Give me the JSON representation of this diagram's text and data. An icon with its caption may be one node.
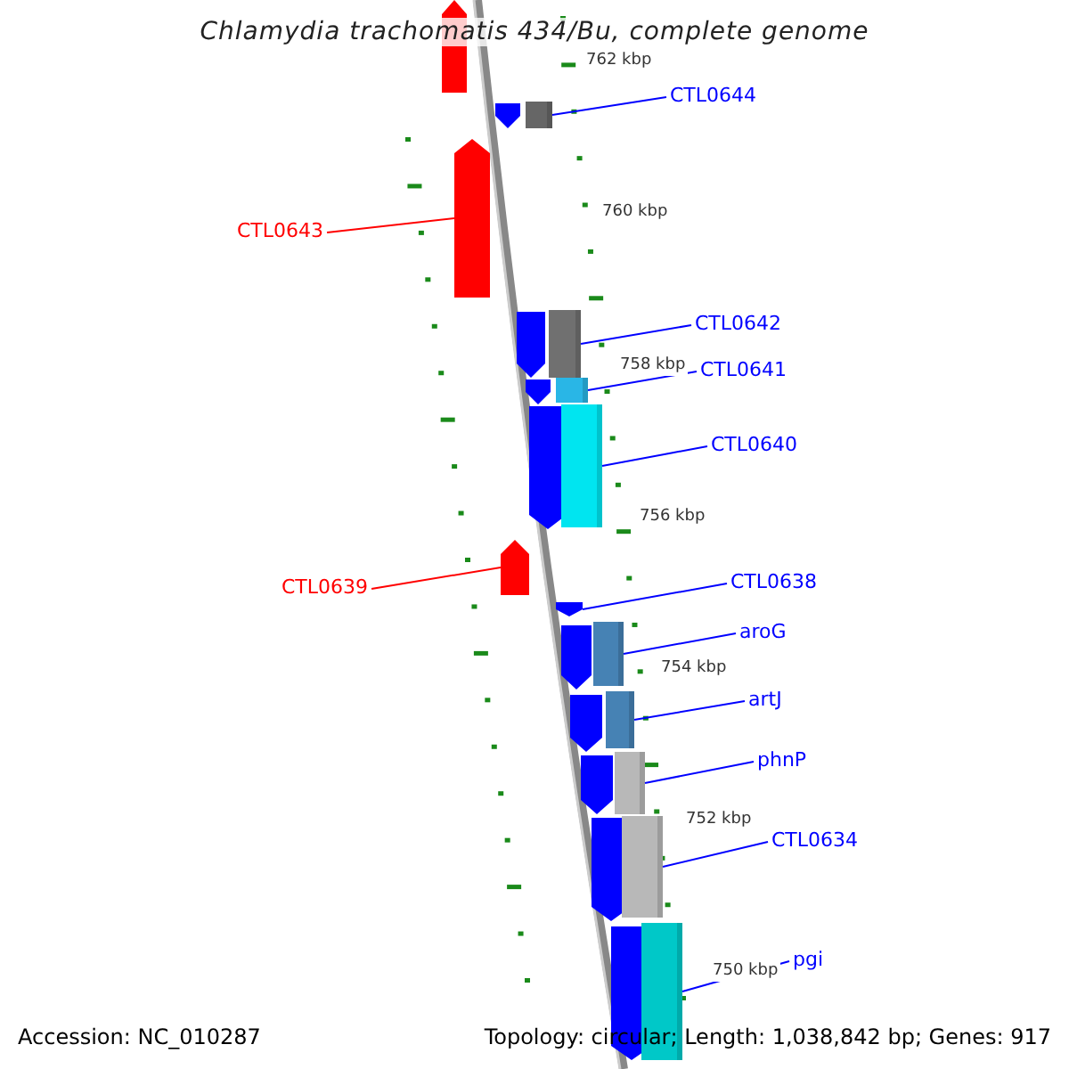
{
  "diagram": {
    "title": "Chlamydia trachomatis 434/Bu, complete genome",
    "nodes": [
      {
        "text": [
          "CTL0644"
        ]
      },
      {
        "text": [],
        "shape": "box"
      },
      {
        "text": [
          "CTL0643"
        ]
      },
      {
        "text": [],
        "shape": "arrow"
      },
      {
        "text": [
          "CTL0642"
        ]
      },
      {
        "text": [],
        "shape": "box"
      },
      {
        "text": [
          "CTL0641"
        ]
      },
      {
        "text": [],
        "shape": "box"
      },
      {
        "text": [
          "CTL0640"
        ]
      },
      {
        "text": [],
        "shape": "box"
      },
      {
        "text": [
          "CTL0639"
        ]
      },
      {
        "text": [],
        "shape": "arrow"
      },
      {
        "text": [
          "CTL0638"
        ]
      },
      {
        "text": [],
        "shape": "arrow"
      },
      {
        "text": [
          "aroG"
        ]
      },
      {
        "text": [],
        "shape": "box"
      },
      {
        "text": [
          "artJ"
        ]
      },
      {
        "text": [],
        "shape": "box"
      },
      {
        "text": [
          "phnP"
        ]
      },
      {
        "text": [],
        "shape": "box"
      },
      {
        "text": [
          "CTL0634"
        ]
      },
      {
        "text": [],
        "shape": "box"
      },
      {
        "text": [
          "pgi"
        ]
      },
      {
        "text": [],
        "shape": "box"
      }
    ],
    "edges": [
      {
        "from": 0,
        "to": 1,
        "arrow": "none"
      },
      {
        "from": 2,
        "to": 3,
        "arrow": "none",
        "color": "#ff0000"
      },
      {
        "from": 4,
        "to": 5,
        "arrow": "none"
      },
      {
        "from": 6,
        "to": 7,
        "arrow": "none"
      },
      {
        "from": 8,
        "to": 9,
        "arrow": "none"
      },
      {
        "from": 10,
        "to": 11,
        "arrow": "none",
        "color": "#ff0000"
      },
      {
        "from": 12,
        "to": 13,
        "arrow": "none"
      },
      {
        "from": 14,
        "to": 15,
        "arrow": "none"
      },
      {
        "from": 16,
        "to": 17,
        "arrow": "none"
      },
      {
        "from": 18,
        "to": 19,
        "arrow": "none"
      },
      {
        "from": 20,
        "to": 21,
        "arrow": "none"
      },
      {
        "from": 22,
        "to": 23,
        "arrow": "none"
      }
    ],
    "labels": [
      "762 kbp",
      "760 kbp",
      "758 kbp",
      "756 kbp",
      "754 kbp",
      "752 kbp",
      "750 kbp",
      "Accession: NC_010287",
      "Topology: circular; Length: 1,038,842 bp; Genes: 917"
    ]
  }
}
